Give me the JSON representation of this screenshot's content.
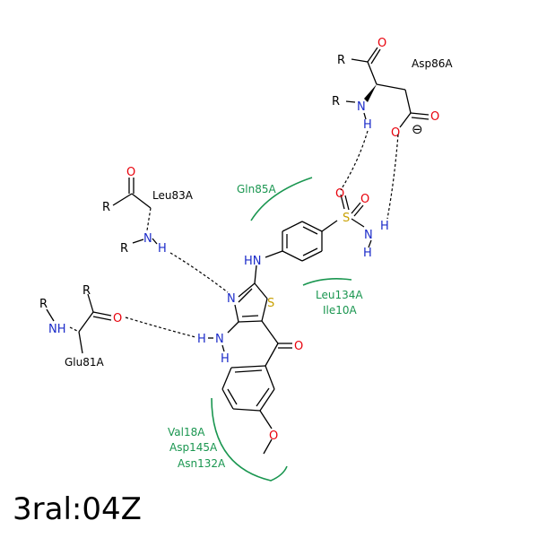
{
  "title": "3ral:04Z",
  "colors": {
    "carbon": "#000000",
    "nitrogen": "#1b2bc9",
    "oxygen": "#e8000b",
    "sulfur": "#c8a000",
    "residue": "#1a9650"
  },
  "atoms": {
    "R": "R",
    "N": "N",
    "H": "H",
    "HN": "HN",
    "NH": "NH",
    "O": "O",
    "S": "S",
    "charge": "⊖"
  },
  "residues": {
    "asp86": "Asp86A",
    "leu83": "Leu83A",
    "gln85": "Gln85A",
    "leu134": "Leu134A",
    "ile10": "Ile10A",
    "glu81": "Glu81A",
    "val18": "Val18A",
    "asp145": "Asp145A",
    "asn132": "Asn132A"
  }
}
